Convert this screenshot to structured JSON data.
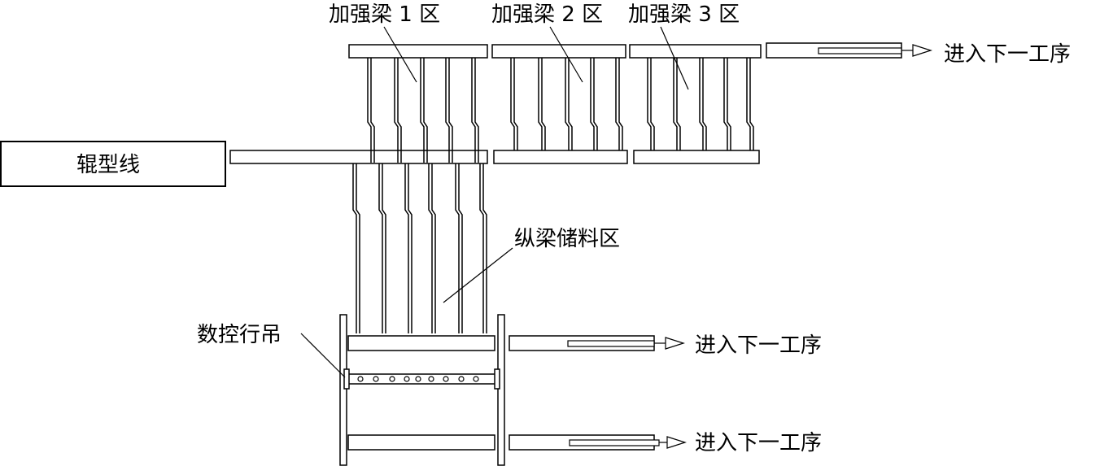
{
  "labels": {
    "roll_line": "辊型线",
    "reinforce_zone_1": "加强梁 1 区",
    "reinforce_zone_2": "加强梁 2 区",
    "reinforce_zone_3": "加强梁 3 区",
    "longitudinal_storage": "纵梁储料区",
    "cnc_crane": "数控行吊",
    "next_process_1": "进入下一工序",
    "next_process_2": "进入下一工序",
    "next_process_3": "进入下一工序"
  },
  "colors": {
    "stroke": "#000000",
    "background": "#ffffff"
  }
}
